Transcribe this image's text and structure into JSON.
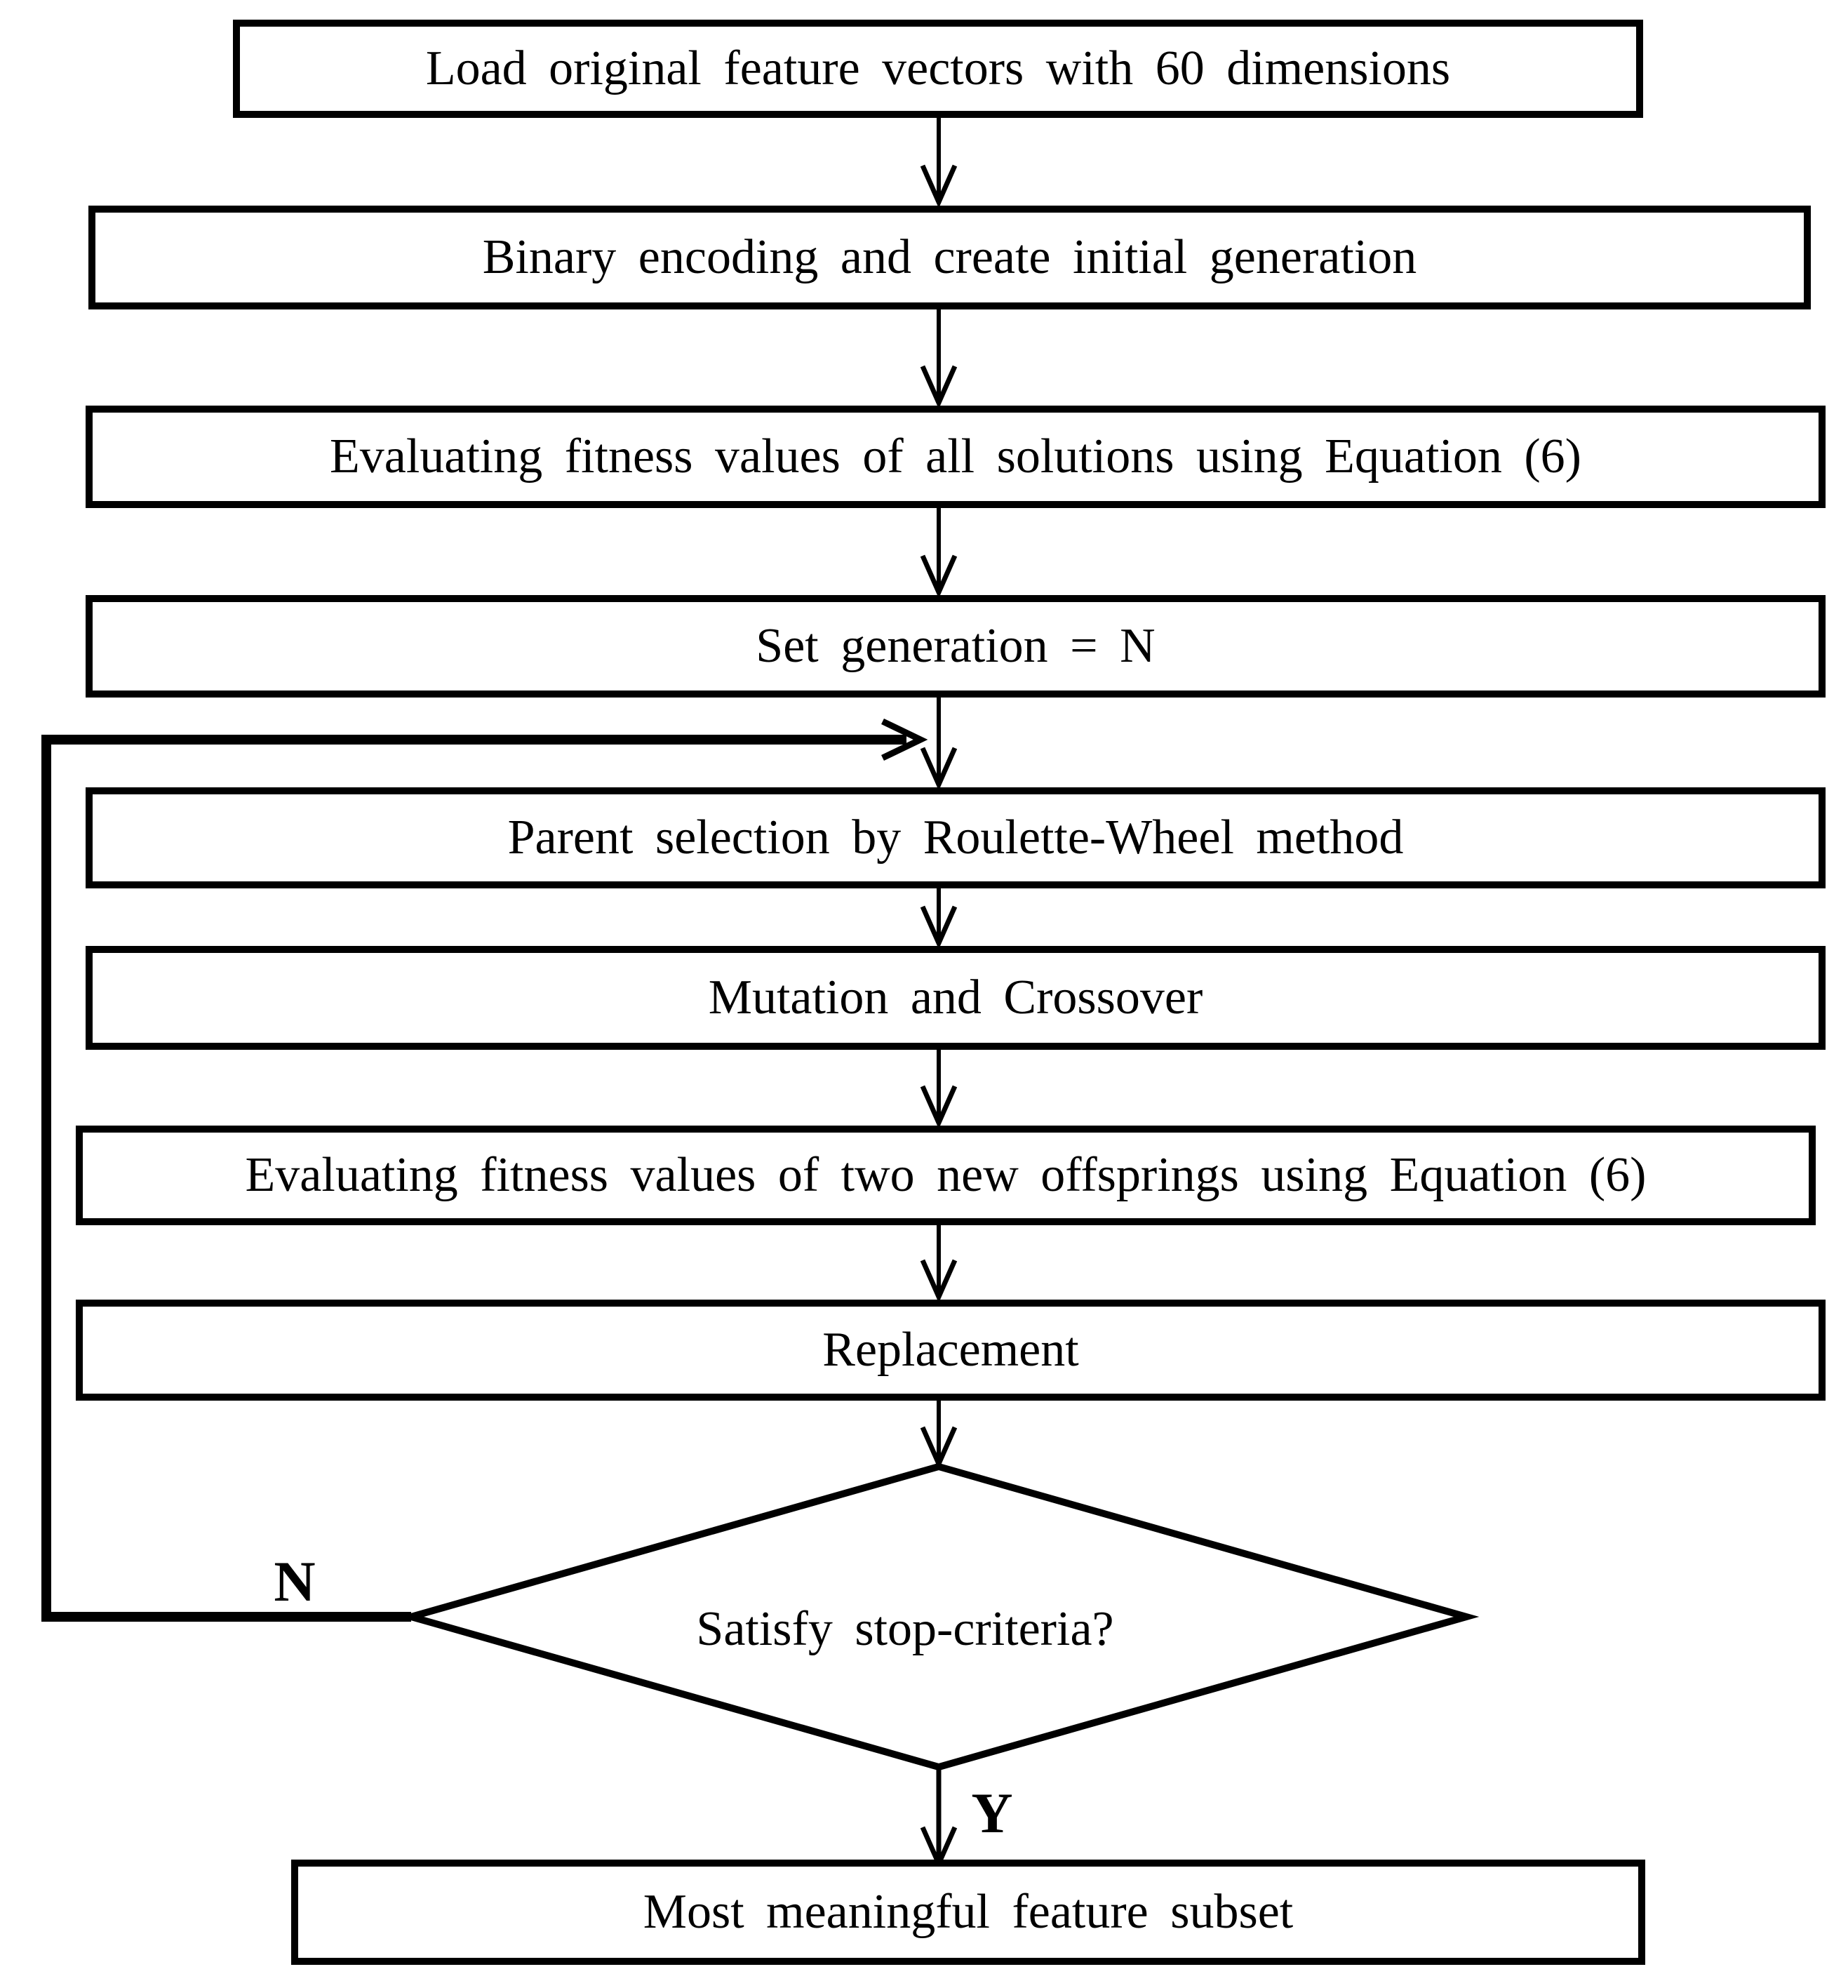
{
  "diagram": {
    "type": "flowchart",
    "title": "Genetic algorithm feature selection flowchart",
    "colors": {
      "line": "#000000",
      "node_fill": "#ffffff",
      "text": "#000000",
      "background": "#ffffff"
    },
    "nodes": [
      {
        "id": "load",
        "shape": "rect",
        "label": "Load original feature vectors with 60 dimensions"
      },
      {
        "id": "encode",
        "shape": "rect",
        "label": "Binary encoding and create initial generation"
      },
      {
        "id": "evaluate_all",
        "shape": "rect",
        "label": "Evaluating fitness values of all solutions using Equation (6)"
      },
      {
        "id": "set_generation",
        "shape": "rect",
        "label": "Set generation = N"
      },
      {
        "id": "parent_selection",
        "shape": "rect",
        "label": "Parent selection by Roulette-Wheel method"
      },
      {
        "id": "mutation_crossover",
        "shape": "rect",
        "label": "Mutation and Crossover"
      },
      {
        "id": "evaluate_offspring",
        "shape": "rect",
        "label": "Evaluating fitness values of two new offsprings using Equation (6)"
      },
      {
        "id": "replacement",
        "shape": "rect",
        "label": "Replacement"
      },
      {
        "id": "stop_criteria",
        "shape": "diamond",
        "label": "Satisfy stop-criteria?"
      },
      {
        "id": "result",
        "shape": "rect",
        "label": "Most meaningful feature subset"
      }
    ],
    "branch_labels": {
      "no": "N",
      "yes": "Y"
    },
    "edges": [
      {
        "from": "load",
        "to": "encode"
      },
      {
        "from": "encode",
        "to": "evaluate_all"
      },
      {
        "from": "evaluate_all",
        "to": "set_generation"
      },
      {
        "from": "set_generation",
        "to": "parent_selection"
      },
      {
        "from": "parent_selection",
        "to": "mutation_crossover"
      },
      {
        "from": "mutation_crossover",
        "to": "evaluate_offspring"
      },
      {
        "from": "evaluate_offspring",
        "to": "replacement"
      },
      {
        "from": "replacement",
        "to": "stop_criteria"
      },
      {
        "from": "stop_criteria",
        "to": "result",
        "label": "Y"
      },
      {
        "from": "stop_criteria",
        "to": "parent_selection",
        "label": "N"
      }
    ]
  }
}
